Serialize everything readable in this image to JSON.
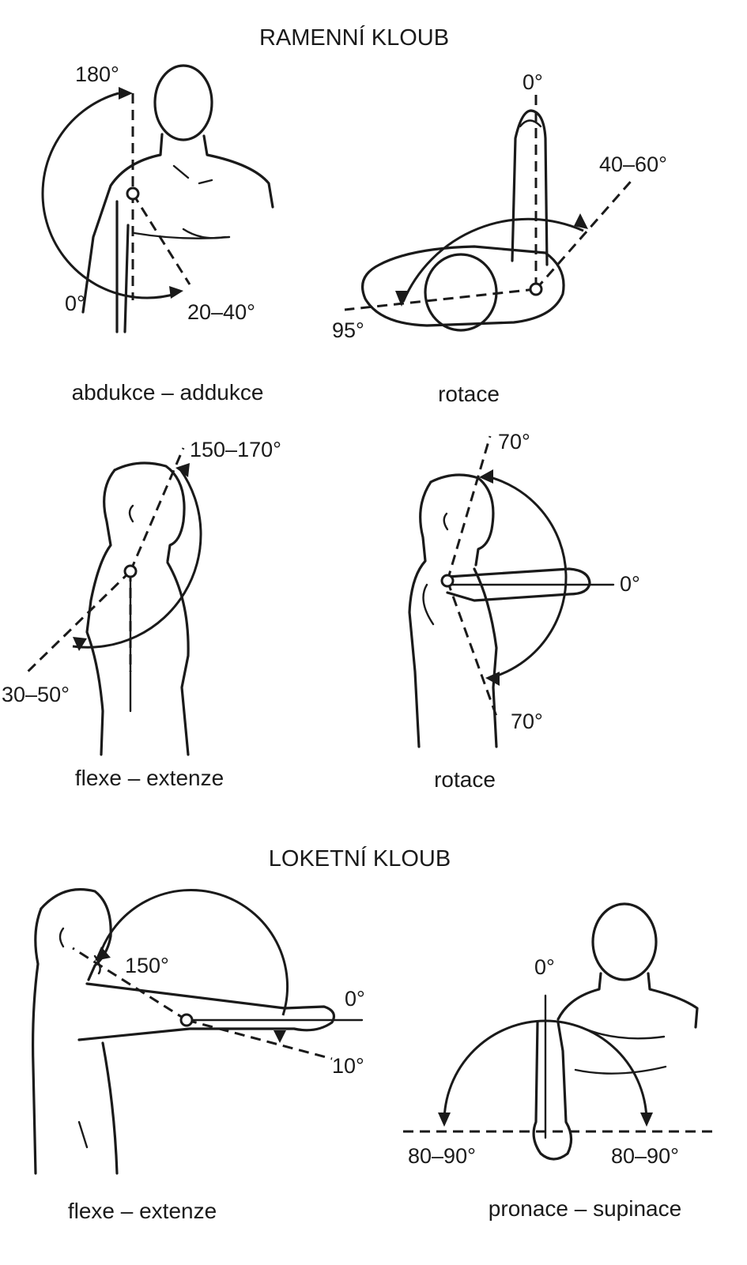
{
  "sections": {
    "shoulder_title": "RAMENNÍ KLOUB",
    "elbow_title": "LOKETNÍ KLOUB"
  },
  "panels": {
    "shoulder_abduction": {
      "caption": "abdukce – addukce",
      "angles": {
        "top": "180°",
        "start": "0°",
        "adduction": "20–40°"
      }
    },
    "shoulder_rotation_top": {
      "caption": "rotace",
      "angles": {
        "top": "0°",
        "external": "40–60°",
        "internal": "95°"
      }
    },
    "shoulder_flexion": {
      "caption": "flexe – extenze",
      "angles": {
        "flexion": "150–170°",
        "extension": "30–50°"
      }
    },
    "shoulder_rotation_side": {
      "caption": "rotace",
      "angles": {
        "up": "70°",
        "zero": "0°",
        "down": "70°"
      }
    },
    "elbow_flexion": {
      "caption": "flexe – extenze",
      "angles": {
        "flexion": "150°",
        "zero": "0°",
        "hyperextension": "10°"
      }
    },
    "forearm_rotation": {
      "caption": "pronace – supinace",
      "angles": {
        "zero": "0°",
        "pronation": "80–90°",
        "supination": "80–90°"
      }
    }
  }
}
